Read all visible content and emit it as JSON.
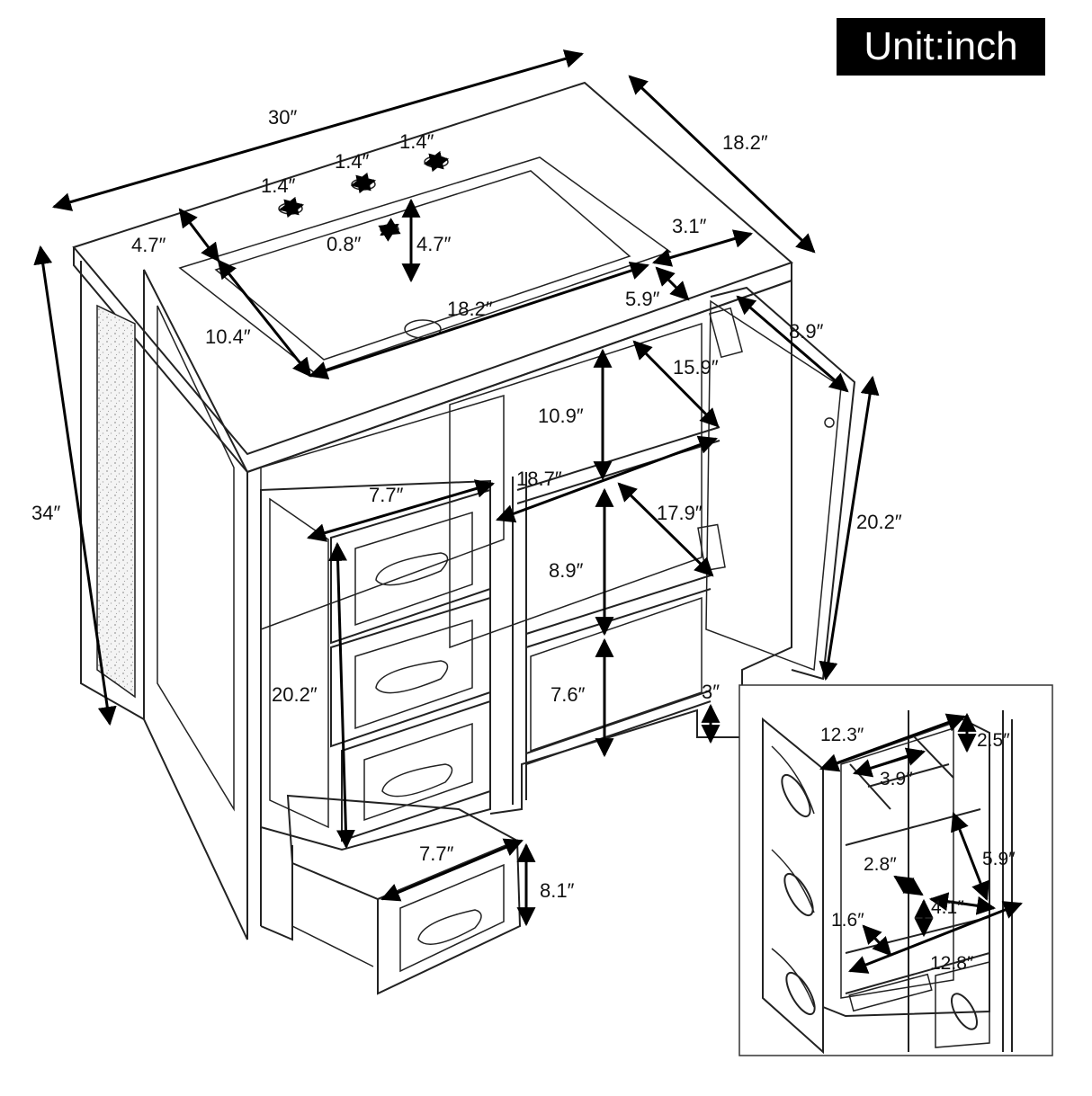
{
  "unit_label": "Unit:inch",
  "colors": {
    "background": "#ffffff",
    "ink": "#111111",
    "badge": "#000000"
  },
  "main_view": {
    "labels": {
      "top_width": "30″",
      "top_depth": "18.2″",
      "faucet_hole_1": "1.4″",
      "faucet_hole_2": "1.4″",
      "faucet_hole_3": "1.4″",
      "drain_hole": "0.8″",
      "basin_front_gap": "4.7″",
      "basin_side_gap": "4.7″",
      "basin_right_gap": "3.1″",
      "basin_width": "18.2″",
      "basin_depth": "10.4″",
      "basin_back_gap": "5.9″",
      "door_depth": "8.9″",
      "shelf_depth": "15.9″",
      "upper_cabinet_height": "10.9″",
      "inner_width": "18.7″",
      "lower_shelf_depth": "17.9″",
      "middle_cabinet_height": "8.9″",
      "door_height": "20.2″",
      "overall_height": "34″",
      "drawer_stack_height": "20.2″",
      "top_drawer_width": "7.7″",
      "bottom_cabinet_height": "7.6″",
      "leg_height": "3″",
      "open_drawer_width": "7.7″",
      "open_drawer_height": "8.1″"
    }
  },
  "inset_view": {
    "labels": {
      "drawer_depth": "12.3″",
      "divider_height": "2.5″",
      "compartment_width": "3.9″",
      "lower_drawer_depth": "5.9″",
      "slot_width": "2.8″",
      "slot_depth": "4.1″",
      "slot_height": "1.6″",
      "drawer_length": "12.8″"
    }
  }
}
